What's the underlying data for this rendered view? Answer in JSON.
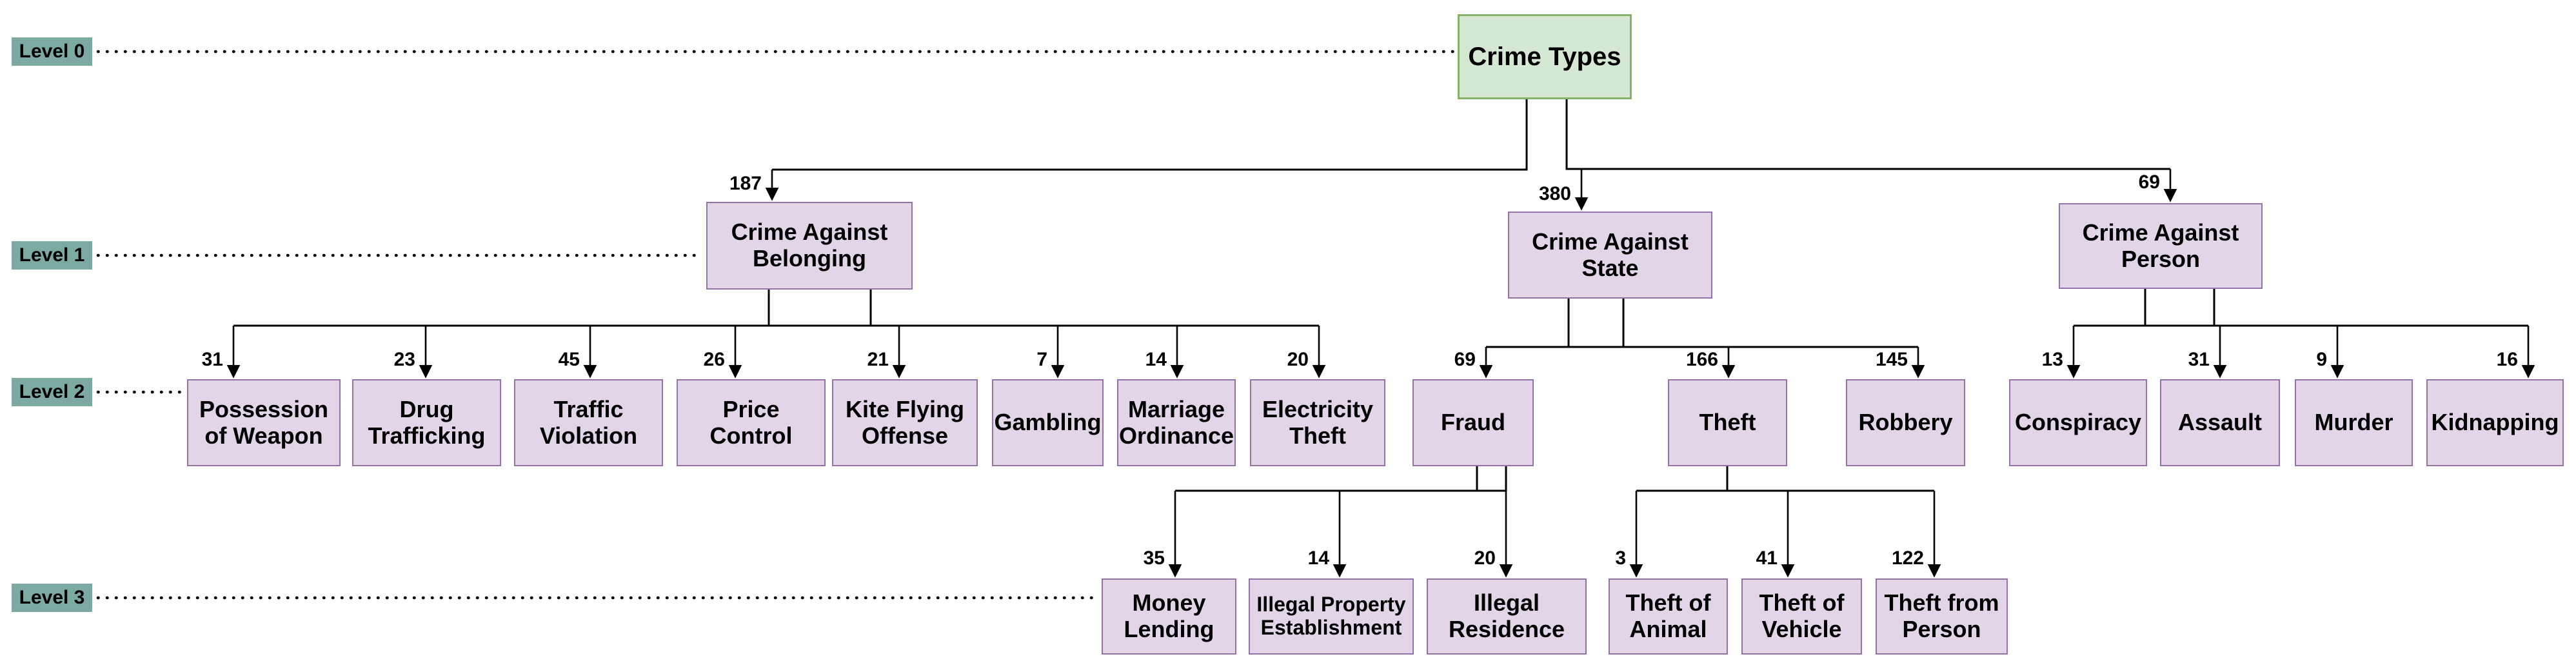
{
  "colors": {
    "root_fill": "#d5e8d4",
    "root_border": "#82b366",
    "node_fill": "#e1d5e7",
    "node_border": "#9673a6",
    "level_label_fill": "#7ca9a1",
    "connector": "#000000",
    "text": "#000000"
  },
  "levels": [
    {
      "label": "Level 0"
    },
    {
      "label": "Level 1"
    },
    {
      "label": "Level 2"
    },
    {
      "label": "Level 3"
    }
  ],
  "nodes": {
    "crime_types": {
      "label": "Crime Types",
      "level": 0
    },
    "belonging": {
      "label": "Crime Against Belonging",
      "count": "187",
      "level": 1
    },
    "state": {
      "label": "Crime Against State",
      "count": "380",
      "level": 1
    },
    "person": {
      "label": "Crime Against Person",
      "count": "69",
      "level": 1
    },
    "possession_of_weapon": {
      "label": "Possession of Weapon",
      "count": "31",
      "level": 2
    },
    "drug_trafficking": {
      "label": "Drug Trafficking",
      "count": "23",
      "level": 2
    },
    "traffic_violation": {
      "label": "Traffic Violation",
      "count": "45",
      "level": 2
    },
    "price_control": {
      "label": "Price Control",
      "count": "26",
      "level": 2
    },
    "kite_flying_offense": {
      "label": "Kite Flying Offense",
      "count": "21",
      "level": 2
    },
    "gambling": {
      "label": "Gambling",
      "count": "7",
      "level": 2
    },
    "marriage_ordinance": {
      "label": "Marriage Ordinance",
      "count": "14",
      "level": 2
    },
    "electricity_theft": {
      "label": "Electricity Theft",
      "count": "20",
      "level": 2
    },
    "fraud": {
      "label": "Fraud",
      "count": "69",
      "level": 2
    },
    "theft": {
      "label": "Theft",
      "count": "166",
      "level": 2
    },
    "robbery": {
      "label": "Robbery",
      "count": "145",
      "level": 2
    },
    "conspiracy": {
      "label": "Conspiracy",
      "count": "13",
      "level": 2
    },
    "assault": {
      "label": "Assault",
      "count": "31",
      "level": 2
    },
    "murder": {
      "label": "Murder",
      "count": "9",
      "level": 2
    },
    "kidnapping": {
      "label": "Kidnapping",
      "count": "16",
      "level": 2
    },
    "money_lending": {
      "label": "Money Lending",
      "count": "35",
      "level": 3
    },
    "illegal_property_establishment": {
      "label": "Illegal Property Establishment",
      "count": "14",
      "level": 3
    },
    "illegal_residence": {
      "label": "Illegal Residence",
      "count": "20",
      "level": 3
    },
    "theft_of_animal": {
      "label": "Theft of Animal",
      "count": "3",
      "level": 3
    },
    "theft_of_vehicle": {
      "label": "Theft of Vehicle",
      "count": "41",
      "level": 3
    },
    "theft_from_person": {
      "label": "Theft from Person",
      "count": "122",
      "level": 3
    }
  },
  "hierarchy": {
    "crime_types": [
      "belonging",
      "state",
      "person"
    ],
    "belonging": [
      "possession_of_weapon",
      "drug_trafficking",
      "traffic_violation",
      "price_control",
      "kite_flying_offense",
      "gambling",
      "marriage_ordinance",
      "electricity_theft"
    ],
    "state": [
      "fraud",
      "theft",
      "robbery"
    ],
    "person": [
      "conspiracy",
      "assault",
      "murder",
      "kidnapping"
    ],
    "fraud": [
      "money_lending",
      "illegal_property_establishment",
      "illegal_residence"
    ],
    "theft": [
      "theft_of_animal",
      "theft_of_vehicle",
      "theft_from_person"
    ]
  }
}
